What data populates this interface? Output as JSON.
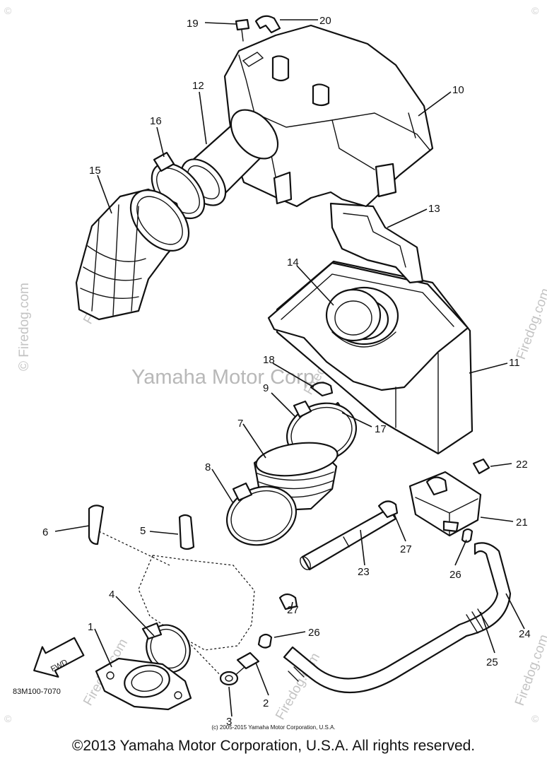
{
  "diagram": {
    "part_numbers": [
      "1",
      "2",
      "3",
      "4",
      "5",
      "6",
      "7",
      "8",
      "9",
      "10",
      "11",
      "12",
      "13",
      "14",
      "15",
      "16",
      "17",
      "18",
      "19",
      "20",
      "21",
      "22",
      "23",
      "24",
      "25",
      "26",
      "27"
    ],
    "callouts": [
      "19",
      "20",
      "12",
      "10",
      "16",
      "15",
      "13",
      "14",
      "18",
      "11",
      "9",
      "17",
      "7",
      "22",
      "8",
      "6",
      "5",
      "21",
      "27",
      "23",
      "27",
      "26",
      "4",
      "26",
      "24",
      "1",
      "25",
      "2",
      "3"
    ],
    "fwd_label": "FWD",
    "ref_code": "83M100-7070",
    "watermark_center": "Yamaha Motor Corp., U.S.A.",
    "watermark_side": "© Firedog.com",
    "watermark_diag": "Firedog.com",
    "corner_mark": "©",
    "copyright_small": "(c) 2005-2015 Yamaha Motor Corporation, U.S.A.",
    "copyright_main": "©2013 Yamaha Motor Corporation, U.S.A. All rights reserved."
  }
}
